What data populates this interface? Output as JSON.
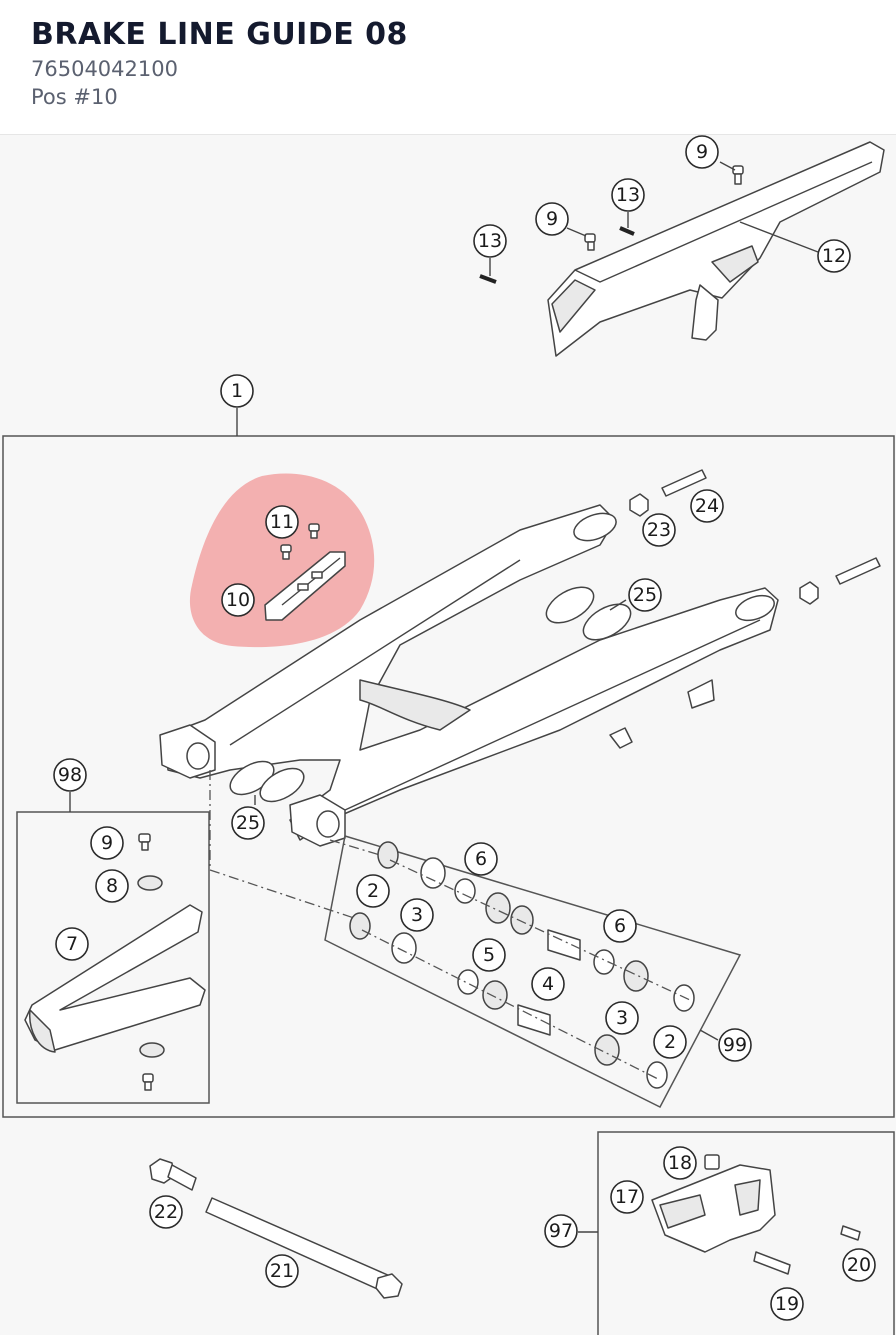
{
  "header": {
    "title": "BRAKE LINE GUIDE 08",
    "part_number": "76504042100",
    "position": "Pos #10"
  },
  "highlight_color": "#f08080",
  "callouts": [
    "1",
    "2",
    "3",
    "4",
    "5",
    "6",
    "7",
    "8",
    "9",
    "10",
    "11",
    "12",
    "13",
    "17",
    "18",
    "19",
    "20",
    "21",
    "22",
    "23",
    "24",
    "25",
    "97",
    "98",
    "99"
  ],
  "highlighted_position": "10"
}
